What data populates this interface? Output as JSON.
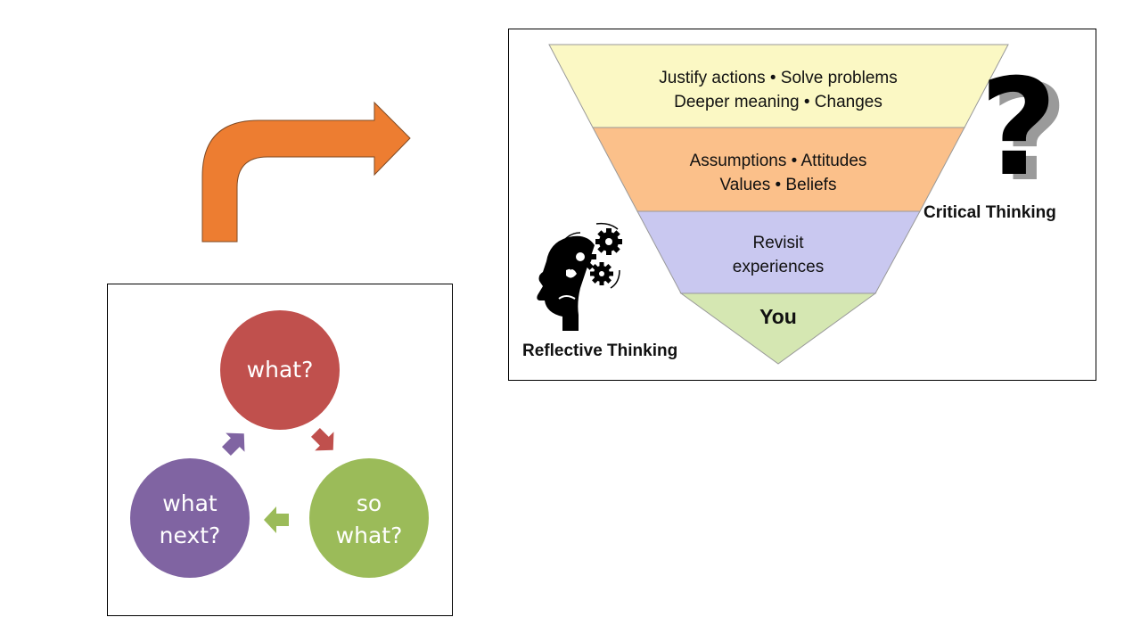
{
  "cycle": {
    "what": "what?",
    "so_what": [
      "so",
      "what?"
    ],
    "what_next": [
      "what",
      "next?"
    ],
    "colors": {
      "what": "#c0504d",
      "so_what": "#9bbb59",
      "what_next": "#8064a2"
    }
  },
  "pyramid": {
    "layers": [
      {
        "lines": [
          "Justify actions • Solve problems",
          "Deeper meaning • Changes"
        ],
        "color": "#fbf8c4"
      },
      {
        "lines": [
          "Assumptions • Attitudes",
          "Values • Beliefs"
        ],
        "color": "#fbc08a"
      },
      {
        "lines": [
          "Revisit",
          "experiences"
        ],
        "color": "#c9c8f0"
      },
      {
        "lines": [
          "You"
        ],
        "color": "#d5e7b2"
      }
    ],
    "reflective_label": "Reflective Thinking",
    "critical_label": "Critical Thinking",
    "question_mark": "?"
  },
  "arrow": {
    "color": "#ed7d31"
  }
}
